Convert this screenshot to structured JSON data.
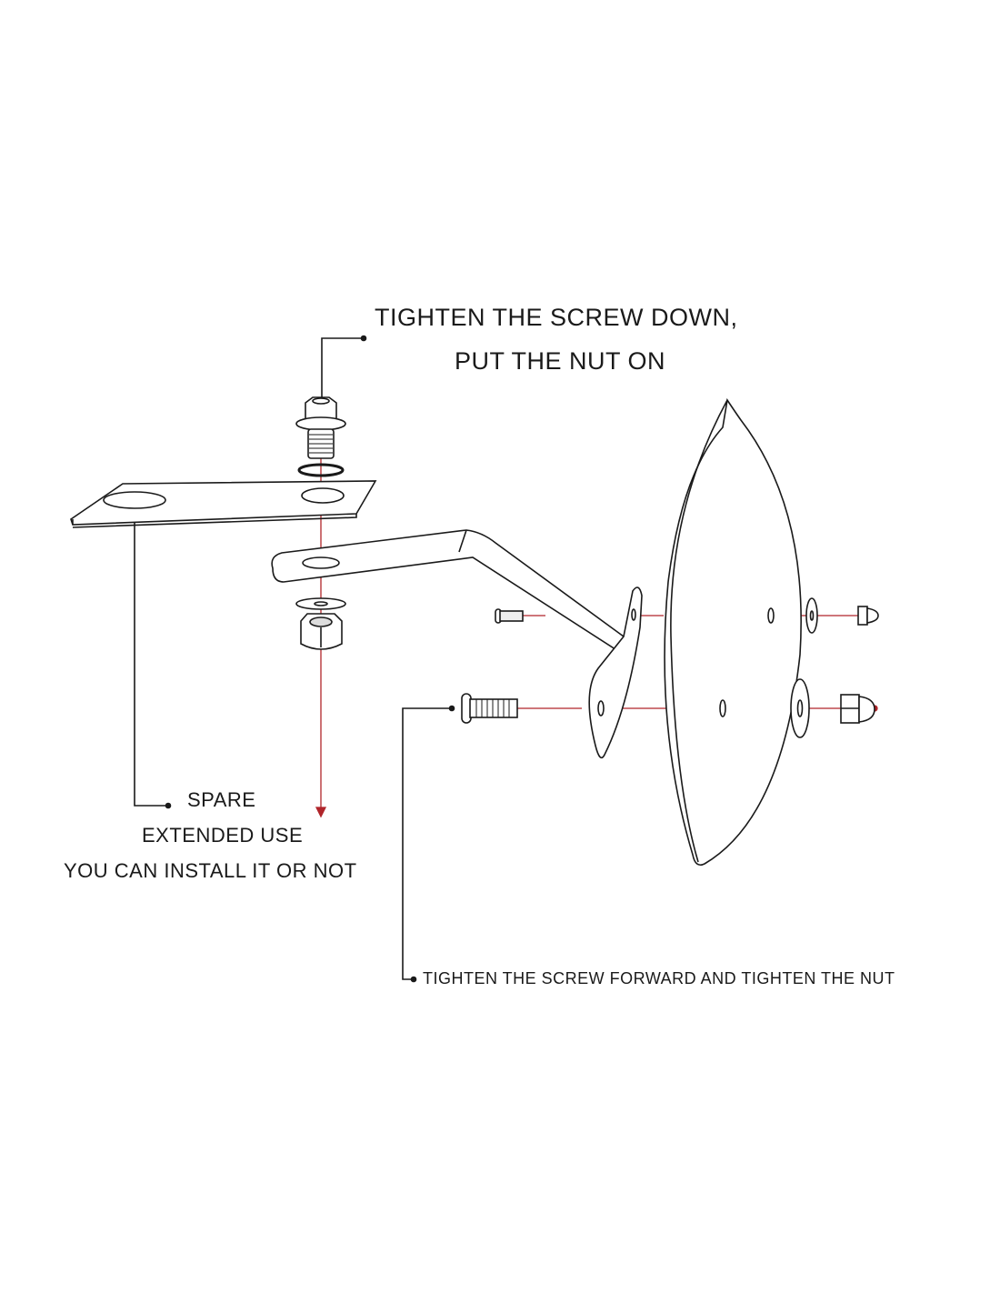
{
  "labels": {
    "screw_down_line1": "TIGHTEN THE SCREW DOWN,",
    "screw_down_line2": "PUT THE NUT ON",
    "spare": "SPARE",
    "extended_use": "EXTENDED USE",
    "optional": "YOU CAN INSTALL IT OR NOT",
    "screw_forward": "TIGHTEN THE SCREW FORWARD AND TIGHTEN THE NUT"
  },
  "colors": {
    "line": "#1a1a1a",
    "axis": "#b0252a"
  }
}
